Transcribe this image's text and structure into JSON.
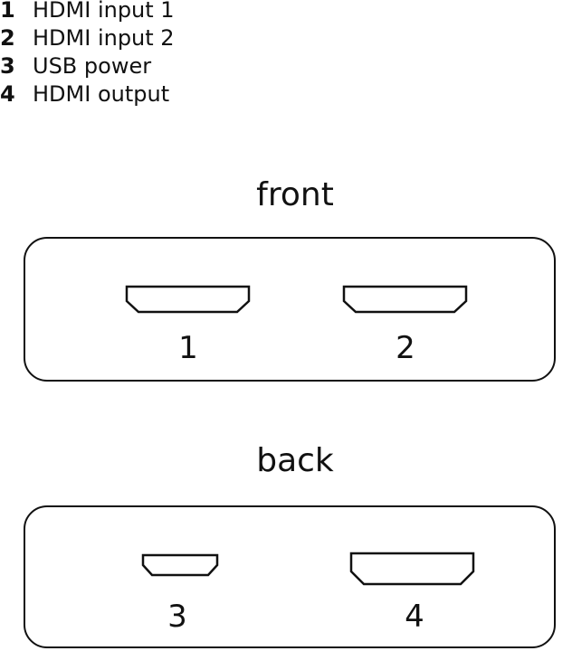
{
  "legend": [
    {
      "number": "1",
      "label": "HDMI input 1"
    },
    {
      "number": "2",
      "label": "HDMI input 2"
    },
    {
      "number": "3",
      "label": "USB power"
    },
    {
      "number": "4",
      "label": "HDMI output"
    }
  ],
  "front": {
    "title": "front",
    "ports": [
      {
        "label": "1",
        "type": "hdmi"
      },
      {
        "label": "2",
        "type": "hdmi"
      }
    ]
  },
  "back": {
    "title": "back",
    "ports": [
      {
        "label": "3",
        "type": "micro-usb"
      },
      {
        "label": "4",
        "type": "hdmi"
      }
    ]
  },
  "colors": {
    "stroke": "#111111",
    "background": "#ffffff"
  }
}
